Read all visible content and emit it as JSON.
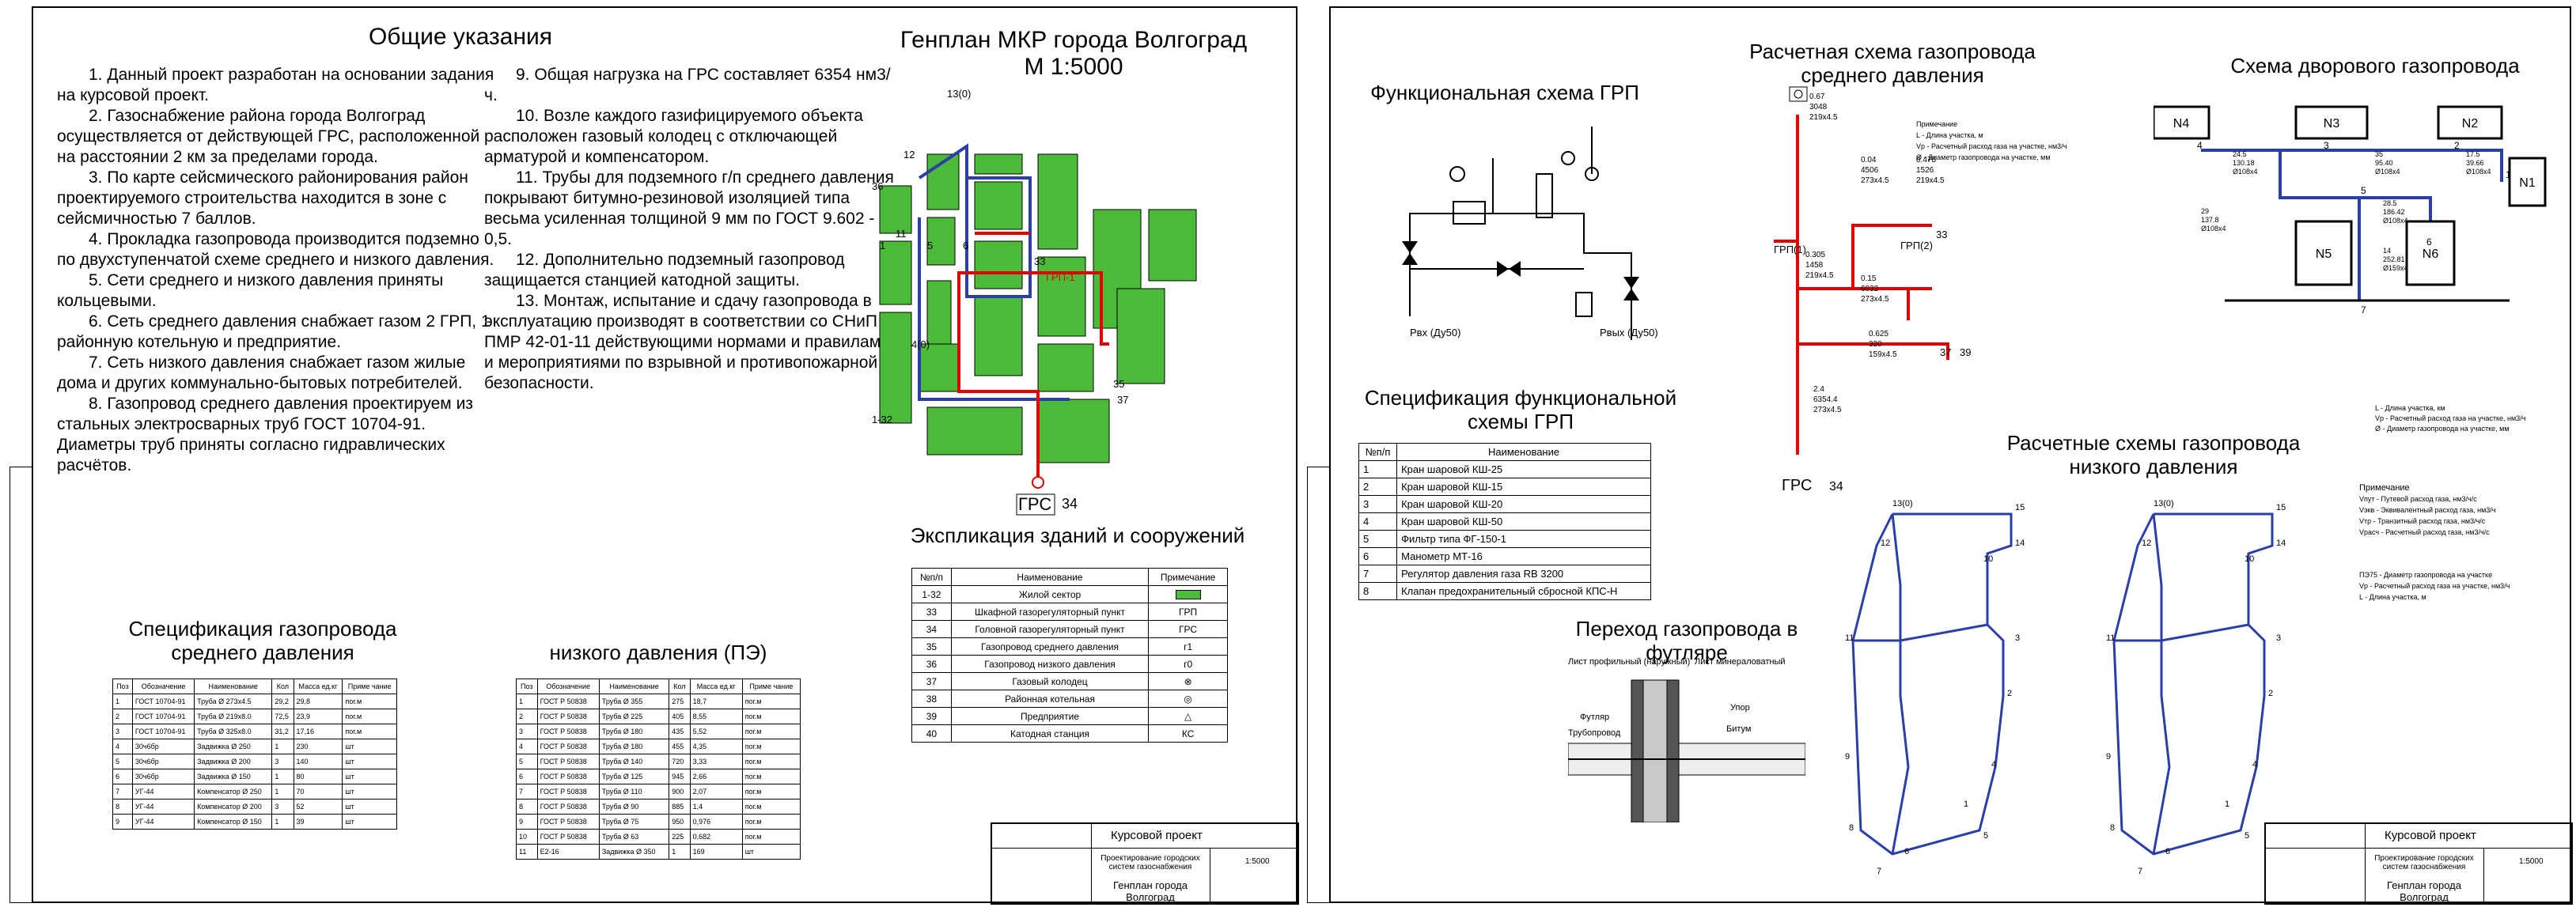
{
  "left": {
    "notes_title": "Общие указания",
    "notes_col1": [
      "1. Данный проект разработан на основании задания на курсовой проект.",
      "2. Газоснабжение района города Волгоград осуществляется от действующей ГРС, расположенной на расстоянии 2 км за пределами города.",
      "3. По карте сейсмического районирования район проектируемого строительства находится в зоне с сейсмичностью 7 баллов.",
      "4. Прокладка газопровода производится подземно по двухступенчатой схеме среднего и низкого давления.",
      "5. Сети среднего и низкого давления приняты кольцевыми.",
      "6. Сеть среднего давления снабжает газом 2 ГРП, 1 районную котельную и предприятие.",
      "7. Сеть низкого давления снабжает газом жилые дома и других коммунально-бытовых потребителей.",
      "8. Газопровод среднего давления проектируем из стальных электросварных труб ГОСТ 10704-91. Диаметры труб приняты согласно гидравлических расчётов."
    ],
    "notes_col2": [
      "9. Общая нагрузка на ГРС составляет 6354 нм3/ч.",
      "10. Возле каждого газифицируемого объекта расположен газовый колодец с отключающей арматурой и компенсатором.",
      "11. Трубы для подземного г/п среднего давления покрывают битумно-резиновой изоляцией типа весьма усиленная толщиной 9 мм по ГОСТ 9.602 - 0,5.",
      "12. Дополнительно подземный газопровод защищается станцией катодной защиты.",
      "13. Монтаж, испытание и сдачу газопровода в эксплуатацию производят в соответствии со СНиП ПМР 42-01-11 действующими нормами и правилами, и мероприятиями по взрывной и противопожарной безопасности."
    ],
    "plan_title": "Генплан МКР города Волгоград",
    "plan_scale": "М 1:5000",
    "plan_labels": [
      "13(0)",
      "12",
      "36",
      "11",
      "1",
      "5",
      "6",
      "4(0)",
      "33",
      "ГРП-1",
      "1-32",
      "35",
      "37",
      "ГРС",
      "34"
    ],
    "expl_title": "Экспликация зданий и сооружений",
    "expl_headers": [
      "№п/п",
      "Наименование",
      "Примечание"
    ],
    "expl_rows": [
      {
        "n": "1-32",
        "name": "Жилой сектор",
        "note": "green"
      },
      {
        "n": "33",
        "name": "Шкафной газорегуляторный пункт",
        "note": "ГРП"
      },
      {
        "n": "34",
        "name": "Головной газорегуляторный пункт",
        "note": "ГРС"
      },
      {
        "n": "35",
        "name": "Газопровод среднего давления",
        "note": "г1"
      },
      {
        "n": "36",
        "name": "Газопровод низкого давления",
        "note": "г0"
      },
      {
        "n": "37",
        "name": "Газовый колодец",
        "note": "⊗"
      },
      {
        "n": "38",
        "name": "Районная котельная",
        "note": "◎"
      },
      {
        "n": "39",
        "name": "Предприятие",
        "note": "△"
      },
      {
        "n": "40",
        "name": "Катодная станция",
        "note": "КС"
      }
    ],
    "spec_mid_title": "Спецификация газопровода\nсреднего давления",
    "spec_mid_headers": [
      "Поз",
      "Обозначение",
      "Наименование",
      "Кол",
      "Масса ед.кг",
      "Приме чание"
    ],
    "spec_mid_rows": [
      [
        "1",
        "ГОСТ 10704-91",
        "Труба Ø 273x4.5",
        "29,2",
        "29,8",
        "пог.м"
      ],
      [
        "2",
        "ГОСТ 10704-91",
        "Труба Ø 219x8.0",
        "72,5",
        "23,9",
        "пог.м"
      ],
      [
        "3",
        "ГОСТ 10704-91",
        "Труба Ø 325x8.0",
        "31,2",
        "17,16",
        "пог.м"
      ],
      [
        "4",
        "30ч6бр",
        "Задвижка Ø 250",
        "1",
        "230",
        "шт"
      ],
      [
        "5",
        "30ч6бр",
        "Задвижка Ø 200",
        "3",
        "140",
        "шт"
      ],
      [
        "6",
        "30ч6бр",
        "Задвижка Ø 150",
        "1",
        "80",
        "шт"
      ],
      [
        "7",
        "УГ-44",
        "Компенсатор Ø 250",
        "1",
        "70",
        "шт"
      ],
      [
        "8",
        "УГ-44",
        "Компенсатор Ø 200",
        "3",
        "52",
        "шт"
      ],
      [
        "9",
        "УГ-44",
        "Компенсатор Ø 150",
        "1",
        "39",
        "шт"
      ]
    ],
    "spec_low_title": "низкого давления (ПЭ)",
    "spec_low_headers": [
      "Поз",
      "Обозначение",
      "Наименование",
      "Кол",
      "Масса ед.кг",
      "Приме чание"
    ],
    "spec_low_rows": [
      [
        "1",
        "ГОСТ Р 50838",
        "Труба Ø 355",
        "275",
        "18,7",
        "пог.м"
      ],
      [
        "2",
        "ГОСТ Р 50838",
        "Труба Ø 225",
        "405",
        "8,55",
        "пог.м"
      ],
      [
        "3",
        "ГОСТ Р 50838",
        "Труба Ø 180",
        "435",
        "5,52",
        "пог.м"
      ],
      [
        "4",
        "ГОСТ Р 50838",
        "Труба Ø 180",
        "455",
        "4,35",
        "пог.м"
      ],
      [
        "5",
        "ГОСТ Р 50838",
        "Труба Ø 140",
        "720",
        "3,33",
        "пог.м"
      ],
      [
        "6",
        "ГОСТ Р 50838",
        "Труба Ø 125",
        "945",
        "2,66",
        "пог.м"
      ],
      [
        "7",
        "ГОСТ Р 50838",
        "Труба Ø 110",
        "900",
        "2,07",
        "пог.м"
      ],
      [
        "8",
        "ГОСТ Р 50838",
        "Труба Ø 90",
        "885",
        "1,4",
        "пог.м"
      ],
      [
        "9",
        "ГОСТ Р 50838",
        "Труба Ø 75",
        "950",
        "0,976",
        "пог.м"
      ],
      [
        "10",
        "ГОСТ Р 50838",
        "Труба Ø 63",
        "225",
        "0,682",
        "пог.м"
      ],
      [
        "11",
        "Е2-16",
        "Задвижка Ø 350",
        "1",
        "169",
        "шт"
      ]
    ],
    "stamp": {
      "title": "Курсовой проект",
      "subject": "Проектирование городских систем газоснабжения",
      "scale": "1:5000",
      "sheet_name": "Генплан города Волгоград"
    }
  },
  "right": {
    "grp_title": "Функциональная схема ГРП",
    "grp_labels": [
      "Рвх (Ду50)",
      "Рвых (Ду50)"
    ],
    "spec_grp_title": "Спецификация функциональной\nсхемы ГРП",
    "spec_grp_headers": [
      "№п/п",
      "Наименование"
    ],
    "spec_grp_rows": [
      [
        "1",
        "Кран шаровой КШ-25"
      ],
      [
        "2",
        "Кран шаровой КШ-15"
      ],
      [
        "3",
        "Кран шаровой КШ-20"
      ],
      [
        "4",
        "Кран шаровой КШ-50"
      ],
      [
        "5",
        "Фильтр типа ФГ-150-1"
      ],
      [
        "6",
        "Манометр МТ-16"
      ],
      [
        "7",
        "Регулятор давления газа RB 3200"
      ],
      [
        "8",
        "Клапан предохранительный сбросной КПС-Н"
      ]
    ],
    "sleeve_title": "Переход газопровода в футляре",
    "sleeve_labels": [
      "Лист профильный (наружный)",
      "Лист минераловатный",
      "Футляр",
      "Трубопровод",
      "Упор",
      "Битум"
    ],
    "mid_title": "Расчетная схема газопровода\nсреднего давления",
    "mid_legend": [
      "Примечание",
      "L - Длина участка, м",
      "Vр - Расчетный расход газа на участке, нм3/ч",
      "Ø - Диаметр газопровода на участке, мм"
    ],
    "mid_segments": [
      {
        "L": "0.67",
        "V": "3048",
        "D": "219x4.5"
      },
      {
        "L": "0.04",
        "V": "4506",
        "D": "273x4.5"
      },
      {
        "L": "0.475",
        "V": "1526",
        "D": "219x4.5"
      },
      {
        "L": "0.305",
        "V": "1458",
        "D": "219x4.5"
      },
      {
        "L": "0.15",
        "V": "6032",
        "D": "273x4.5"
      },
      {
        "L": "0.625",
        "V": "320",
        "D": "159x4.5"
      },
      {
        "L": "2.4",
        "V": "6354.4",
        "D": "273x4.5"
      }
    ],
    "mid_nodes": [
      "33",
      "ГРП(2)",
      "ГРП(1)",
      "37",
      "39",
      "ГРС",
      "34"
    ],
    "yard_title": "Схема дворового газопровода",
    "yard_buildings": [
      "N4",
      "N3",
      "N2",
      "N1",
      "N5",
      "N6"
    ],
    "yard_segments": [
      {
        "L": "24.5",
        "V": "130.18",
        "D": "Ø108x4"
      },
      {
        "L": "35",
        "V": "95.40",
        "D": "Ø108x4"
      },
      {
        "L": "17.5",
        "V": "39.66",
        "D": "Ø108x4"
      },
      {
        "L": "29",
        "V": "137.8",
        "D": "Ø108x4"
      },
      {
        "L": "28.5",
        "V": "186.42",
        "D": "Ø108x4"
      },
      {
        "L": "14",
        "V": "252.81",
        "D": "Ø159x4"
      }
    ],
    "yard_nodes": [
      "4",
      "3",
      "2",
      "1",
      "5",
      "6",
      "7"
    ],
    "yard_legend": [
      "L - Длина участка, км",
      "Vр - Расчетный расход газа на участке, нм3/ч",
      "Ø - Диаметр газопровода на участке, мм"
    ],
    "low_title": "Расчетные схемы газопровода\nнизкого давления",
    "low_legend": [
      "Примечание",
      "Vпут - Путевой расход газа, нм3/ч/с",
      "Vэкв - Эквивалентный расход газа, нм3/ч",
      "Vтр - Транзитный расход газа, нм3/ч/с",
      "Vрасч - Расчетный расход газа, нм3/ч/с",
      "ПЭ75 - Диаметр газопровода на участке",
      "Vр - Расчетный расход газа на участке, нм3/ч",
      "L - Длина участка, м"
    ],
    "low_nodes": [
      "13(0)",
      "15",
      "14",
      "12",
      "10",
      "11",
      "9",
      "8",
      "7",
      "6",
      "1",
      "2",
      "3",
      "4",
      "5"
    ],
    "stamp": {
      "title": "Курсовой проект",
      "subject": "Проектирование городских систем газоснабжения",
      "scale": "1:5000",
      "sheet_name": "Генплан города Волгоград"
    }
  },
  "colors": {
    "green": "#4cbb3a",
    "red": "#e00000",
    "blue": "#2a3fa8"
  }
}
